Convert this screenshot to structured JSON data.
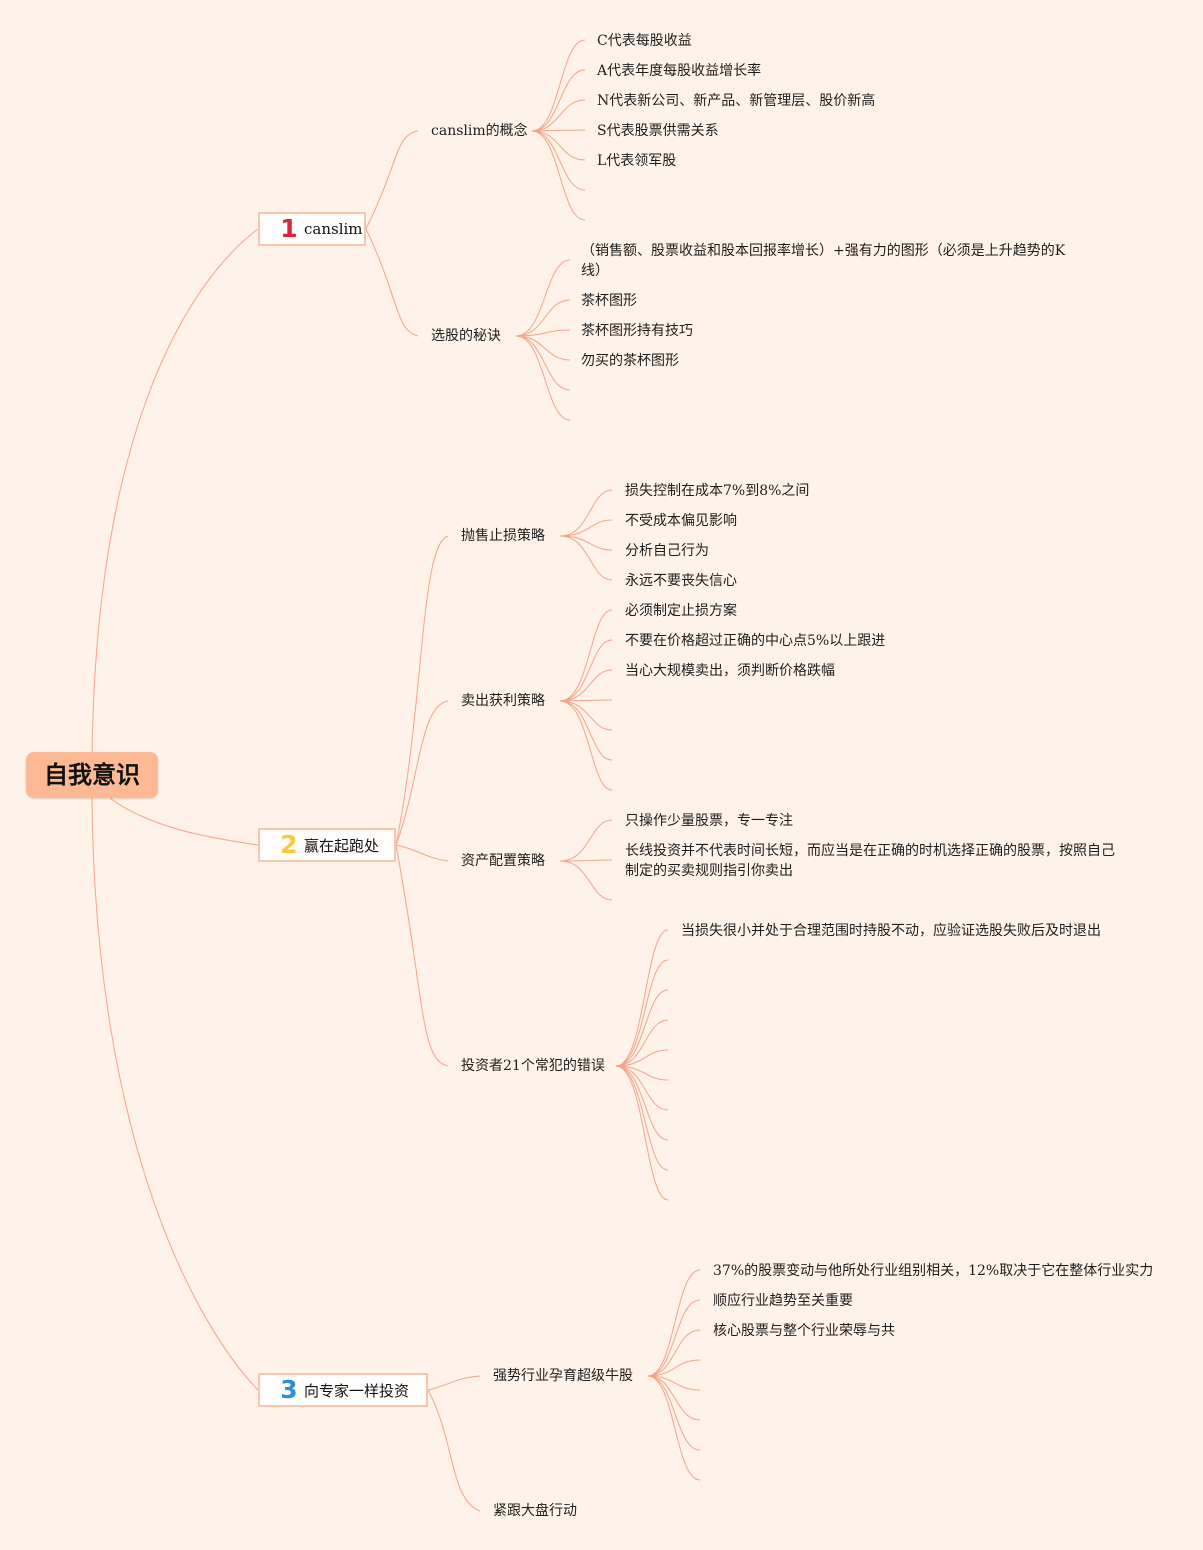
{
  "root": {
    "label": "自我意识"
  },
  "branches": [
    {
      "badge": "1",
      "badge_color": "#d9263a",
      "label": "canslim",
      "children": [
        {
          "label": "canslim的概念",
          "items": [
            "C代表每股收益",
            "A代表年度每股收益增长率",
            "N代表新公司、新产品、新管理层、股价新高",
            "S代表股票供需关系",
            "L代表领军股"
          ]
        },
        {
          "label": "选股的秘诀",
          "items": [
            "（销售额、股票收益和股本回报率增长）+强有力的图形（必须是上升趋势的K线）",
            "茶杯图形",
            "茶杯图形持有技巧",
            "勿买的茶杯图形"
          ]
        }
      ]
    },
    {
      "badge": "2",
      "badge_color": "#f3cc3c",
      "label": "赢在起跑处",
      "children": [
        {
          "label": "抛售止损策略",
          "items": [
            "损失控制在成本7%到8%之间",
            "不受成本偏见影响",
            "分析自己行为",
            "永远不要丧失信心"
          ]
        },
        {
          "label": "卖出获利策略",
          "items": [
            "必须制定止损方案",
            "不要在价格超过正确的中心点5%以上跟进",
            "当心大规模卖出，须判断价格跌幅"
          ]
        },
        {
          "label": "资产配置策略",
          "items": [
            "只操作少量股票，专一专注",
            "长线投资并不代表时间长短，而应当是在正确的时机选择正确的股票，按照自己制定的买卖规则指引你卖出"
          ]
        },
        {
          "label": "投资者21个常犯的错误",
          "items": [
            "当损失很小并处于合理范围时持股不动，应验证选股失败后及时退出"
          ]
        }
      ]
    },
    {
      "badge": "3",
      "badge_color": "#2f8fd6",
      "label": "向专家一样投资",
      "children": [
        {
          "label": "强势行业孕育超级牛股",
          "items": [
            "37%的股票变动与他所处行业组别相关，12%取决于它在整体行业实力",
            "顺应行业趋势至关重要",
            "核心股票与整个行业荣辱与共"
          ]
        },
        {
          "label": "紧跟大盘行动",
          "items": []
        }
      ]
    }
  ],
  "colors": {
    "background": "#fff2e8",
    "line": "#f4a386",
    "root_fill": "#fcb993",
    "box_border": "#f6c6ad"
  }
}
